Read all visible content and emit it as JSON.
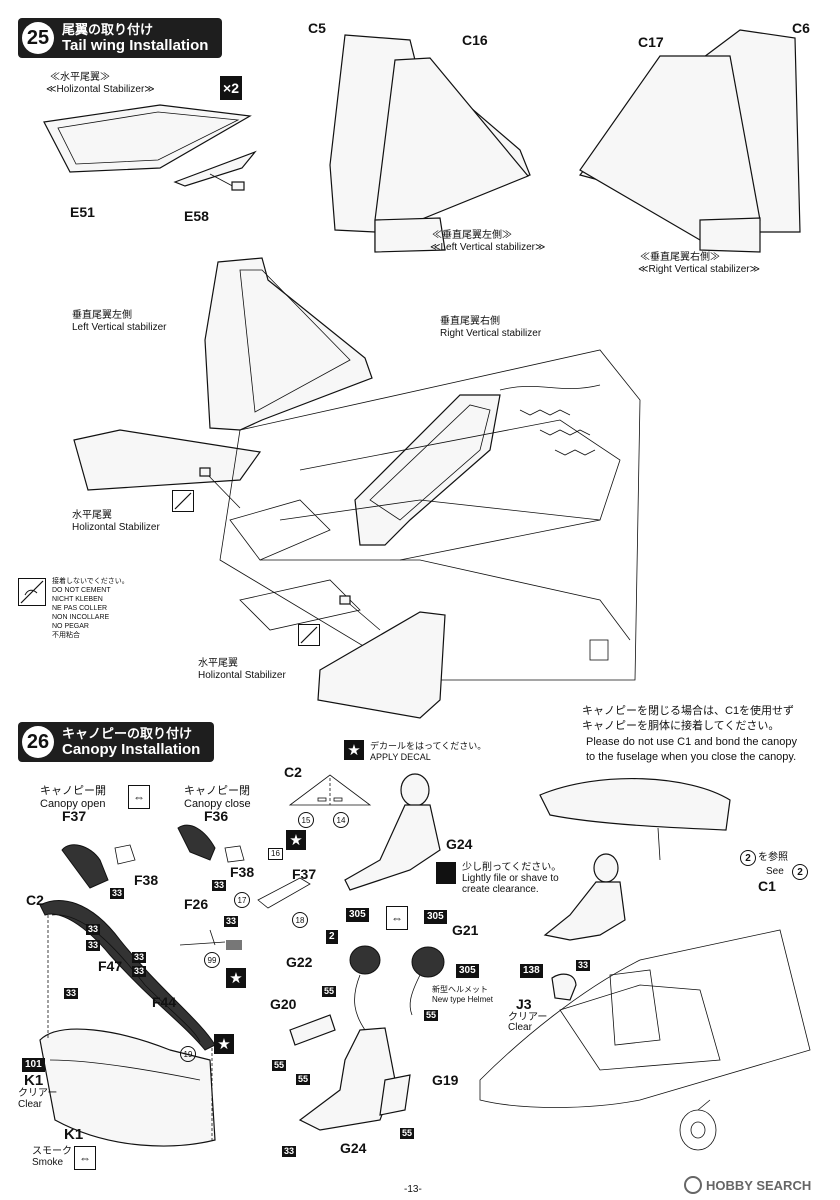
{
  "step25": {
    "number": "25",
    "title_ja": "尾翼の取り付け",
    "title_en": "Tail wing Installation",
    "horizontal_ja": "≪水平尾翼≫",
    "horizontal_en": "≪Holizontal Stabilizer≫",
    "times2": "×2",
    "parts": {
      "e51": "E51",
      "e58": "E58",
      "c5": "C5",
      "c16": "C16",
      "c17": "C17",
      "c6": "C6"
    },
    "left_vert_ja": "≪垂直尾翼左側≫",
    "left_vert_en": "≪Left Vertical stabilizer≫",
    "right_vert_ja": "≪垂直尾翼右側≫",
    "right_vert_en": "≪Right Vertical stabilizer≫",
    "assy_left_ja": "垂直尾翼左側",
    "assy_left_en": "Left Vertical stabilizer",
    "assy_right_ja": "垂直尾翼右側",
    "assy_right_en": "Right Vertical stabilizer",
    "assy_horiz1_ja": "水平尾翼",
    "assy_horiz1_en": "Holizontal Stabilizer",
    "assy_horiz2_ja": "水平尾翼",
    "assy_horiz2_en": "Holizontal Stabilizer",
    "nocement": [
      "接着しないでください。",
      "DO NOT CEMENT",
      "NICHT KLEBEN",
      "NE PAS COLLER",
      "NON INCOLLARE",
      "NO PEGAR",
      "不用粘合"
    ]
  },
  "step26": {
    "number": "26",
    "title_ja": "キャノピーの取り付け",
    "title_en": "Canopy Installation",
    "decal_ja": "デカールをはってください。",
    "decal_en": "APPLY DECAL",
    "canopy_open_ja": "キャノピー開",
    "canopy_open_en": "Canopy open",
    "canopy_close_ja": "キャノピー閉",
    "canopy_close_en": "Canopy close",
    "shave_ja": "少し削ってください。",
    "shave_en1": "Lightly file or shave to",
    "shave_en2": "create clearance.",
    "helmet_ja": "新型ヘルメット",
    "helmet_en": "New type Helmet",
    "close_note_ja1": "キャノピーを閉じる場合は、C1を使用せず",
    "close_note_ja2": "キャノピーを胴体に接着してください。",
    "close_note_en1": "Please do not use C1 and bond the canopy",
    "close_note_en2": "to the fuselage when you close the canopy.",
    "see_ja": "を参照",
    "see_en": "See",
    "see_num": "2",
    "clear_ja": "クリアー",
    "clear_en": "Clear",
    "smoke_ja": "スモーク",
    "smoke_en": "Smoke",
    "parts": {
      "c2a": "C2",
      "c2b": "C2",
      "f37a": "F37",
      "f37b": "F37",
      "f38a": "F38",
      "f38b": "F38",
      "f36": "F36",
      "f26": "F26",
      "f47": "F47",
      "f44": "F44",
      "g24a": "G24",
      "g24b": "G24",
      "g22": "G22",
      "g21": "G21",
      "g20": "G20",
      "g19": "G19",
      "j3": "J3",
      "k1a": "K1",
      "k1b": "K1",
      "c1": "C1"
    },
    "codes": {
      "c33": "33",
      "c55": "55",
      "c305": "305",
      "c101": "101",
      "c138": "138",
      "c2": "2",
      "c99": "99",
      "c15": "15",
      "c14": "14",
      "c16": "16",
      "c17": "17",
      "c18": "18",
      "c19": "19"
    }
  },
  "footer": {
    "page": "-13-",
    "watermark": "HOBBY SEARCH"
  }
}
